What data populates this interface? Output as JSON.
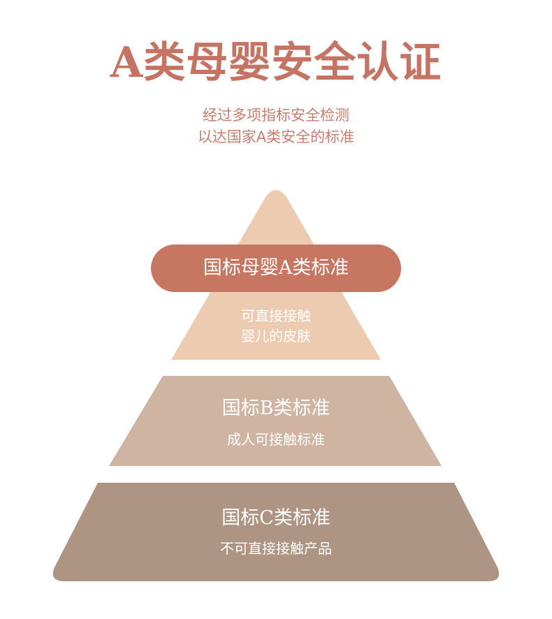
{
  "header": {
    "title": "A类母婴安全认证",
    "subtitle_line1": "经过多项指标安全检测",
    "subtitle_line2": "以达国家A类安全的标准"
  },
  "pyramid": {
    "tier_a": {
      "label": "国标母婴A类标准",
      "desc_line1": "可直接接触",
      "desc_line2": "婴儿的皮肤",
      "color": "#edcbb1",
      "banner_color": "#c67661"
    },
    "tier_b": {
      "label": "国标B类标准",
      "desc": "成人可接触标准",
      "color": "#d0b4a2"
    },
    "tier_c": {
      "label": "国标C类标准",
      "desc": "不可直接接触产品",
      "color": "#ae9482"
    }
  },
  "colors": {
    "title": "#c57362",
    "subtitle": "#c97d6c",
    "text_on_tier": "#ffffff"
  }
}
